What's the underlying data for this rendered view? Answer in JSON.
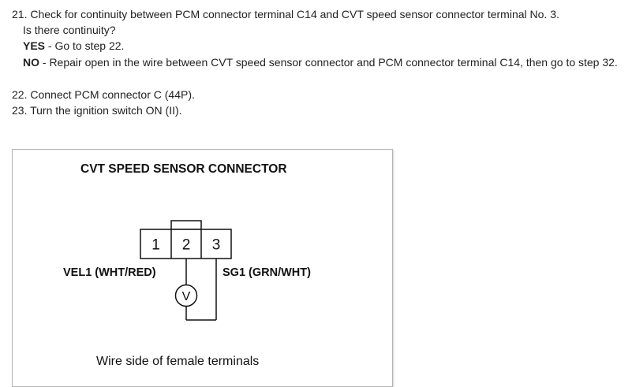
{
  "steps": {
    "s21": {
      "text": "21. Check for continuity between PCM connector terminal C14 and CVT speed sensor connector terminal No. 3.",
      "question": "Is there continuity?",
      "yes_label": "YES",
      "yes_text": " - Go to step 22.",
      "no_label": "NO",
      "no_text": " - Repair open in the wire between CVT speed sensor connector and PCM connector terminal C14, then go to step 32."
    },
    "s22": {
      "text": "22. Connect PCM connector C (44P)."
    },
    "s23": {
      "text": "23. Turn the ignition switch ON (II)."
    }
  },
  "figure": {
    "title": "CVT SPEED SENSOR CONNECTOR",
    "pins": [
      "1",
      "2",
      "3"
    ],
    "left_wire_label": "VEL1 (WHT/RED)",
    "right_wire_label": "SG1 (GRN/WHT)",
    "meter_symbol": "V",
    "caption": "Wire side of female terminals"
  }
}
